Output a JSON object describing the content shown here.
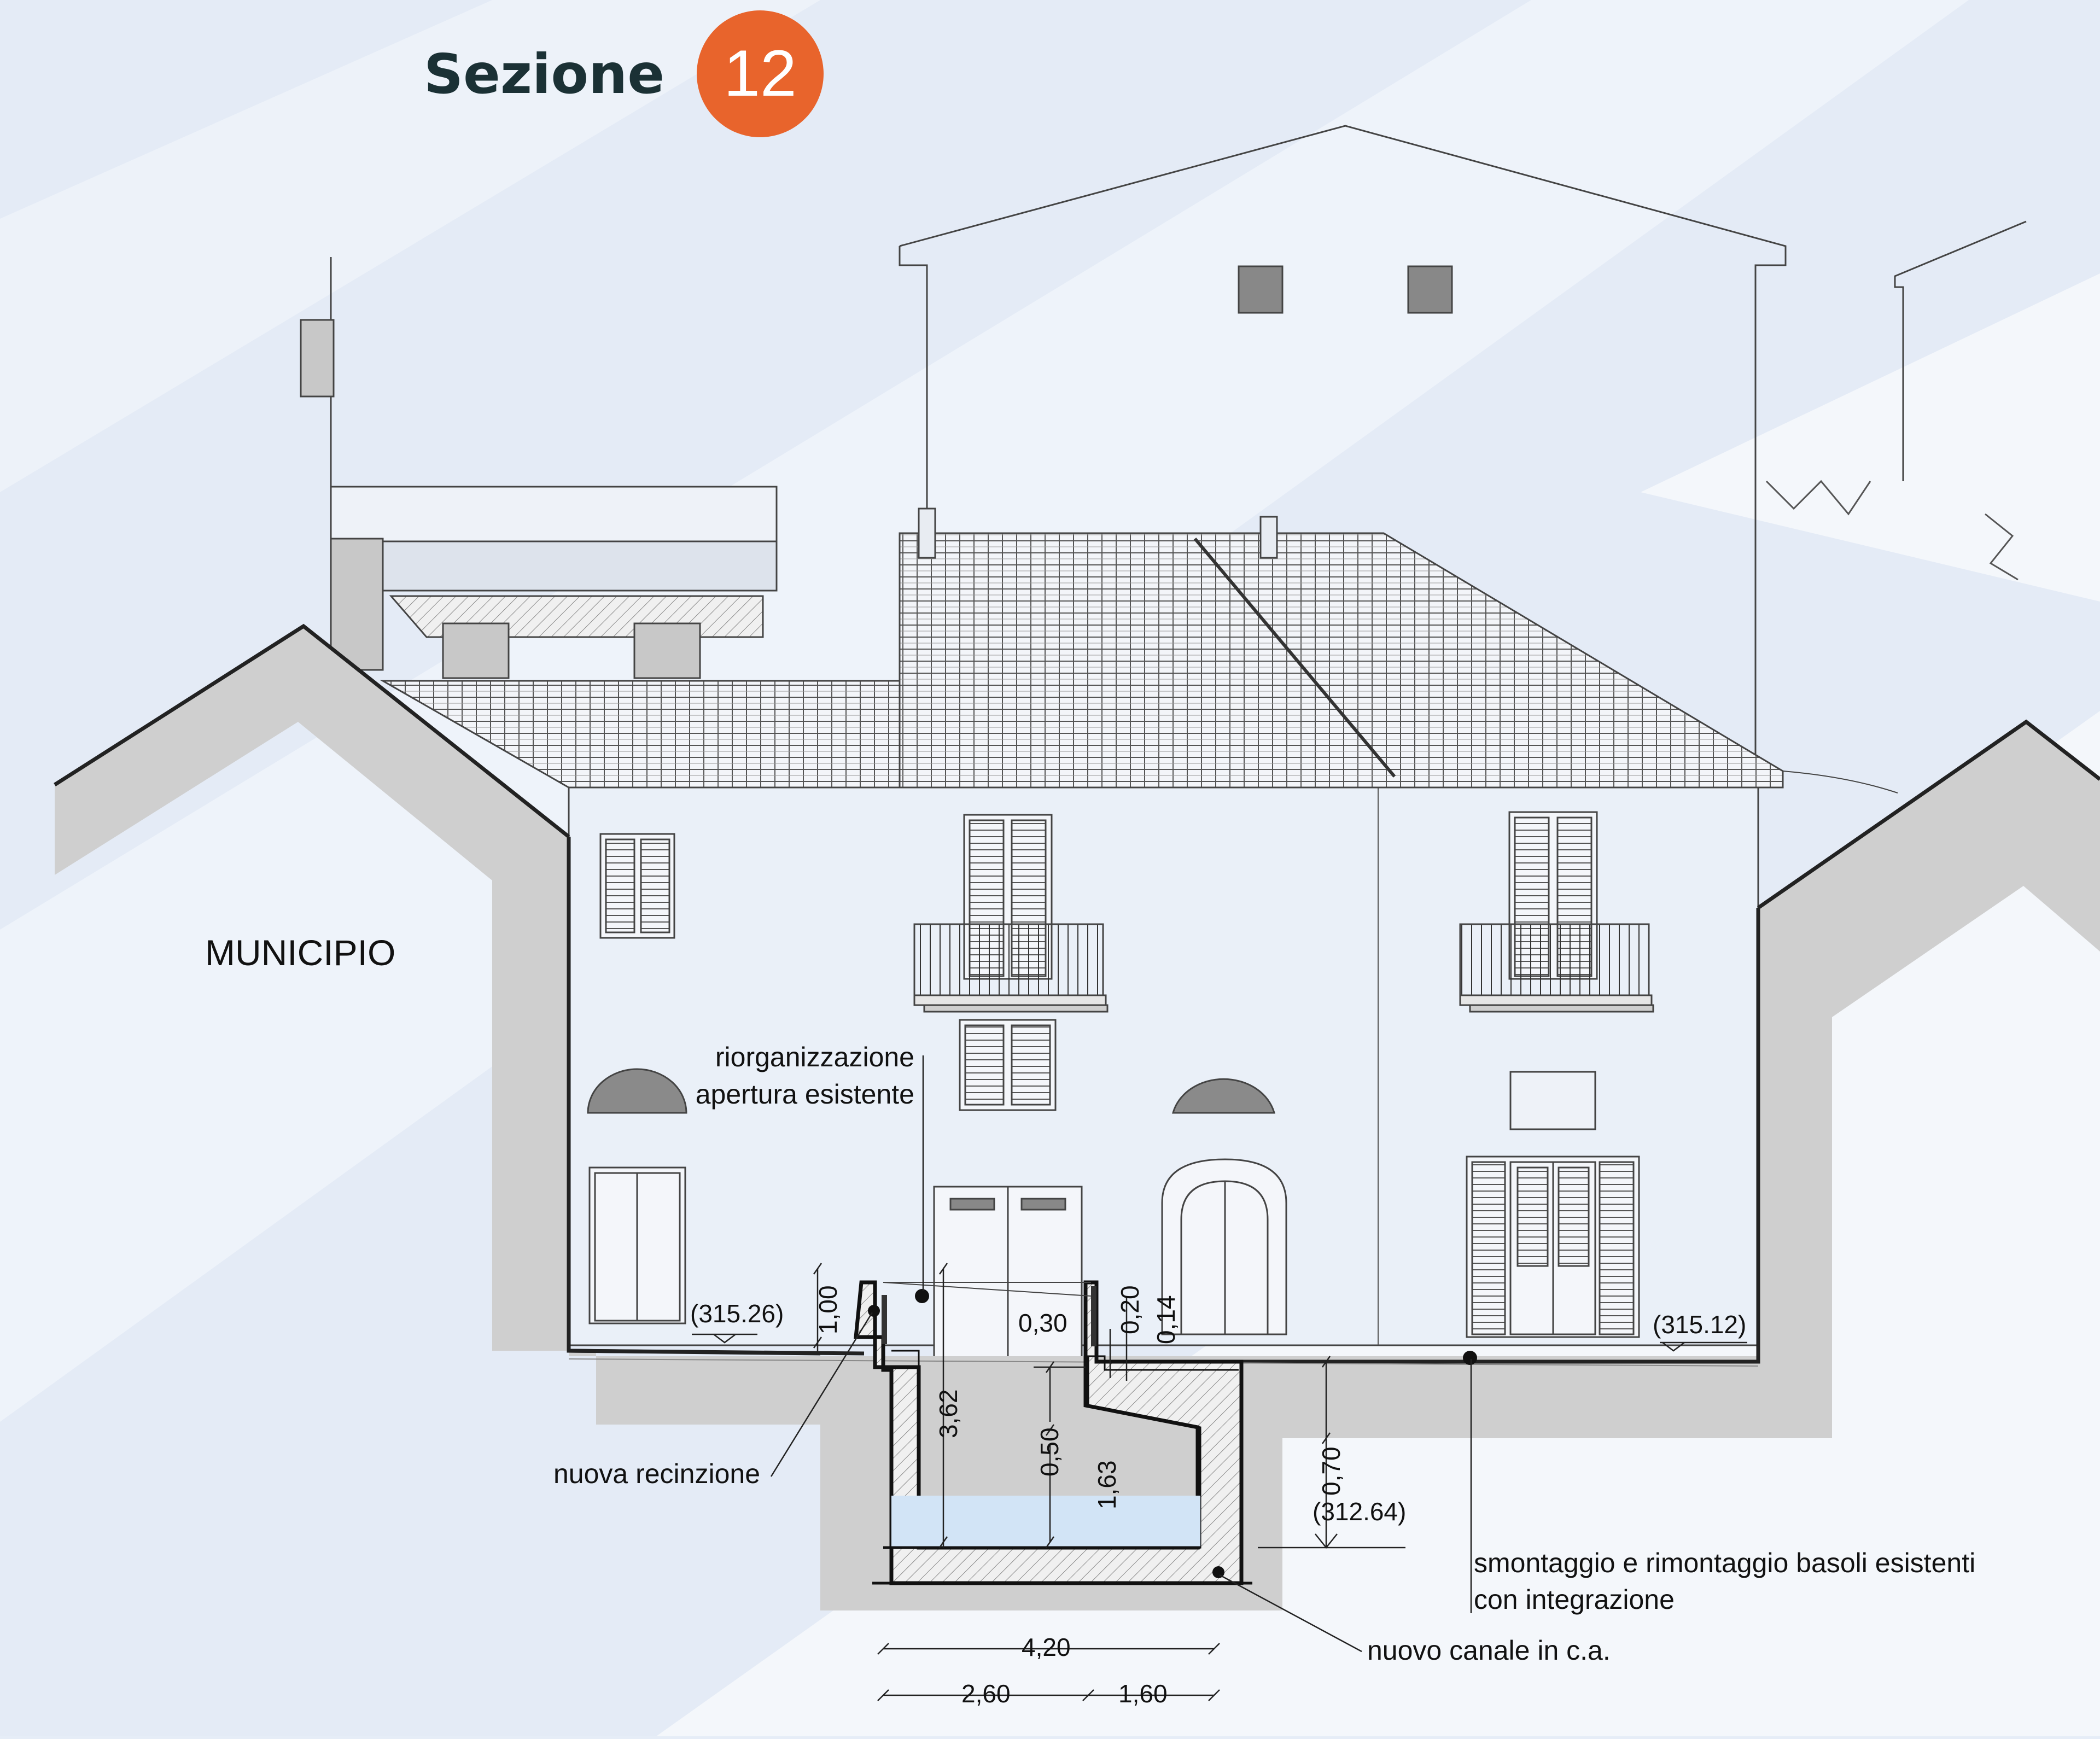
{
  "header": {
    "title": "Sezione",
    "number": "12",
    "badge_color": "#e8642c"
  },
  "buildings": {
    "left": "MUNICIPIO"
  },
  "annotations": {
    "opening_line1": "riorganizzazione",
    "opening_line2": "apertura esistente",
    "fence": "nuova recinzione",
    "paving_line1": "smontaggio e rimontaggio basoli esistenti",
    "paving_line2": "con integrazione",
    "channel": "nuovo canale in c.a."
  },
  "levels": {
    "left": "(315.26)",
    "right": "(315.12)",
    "bottom": "(312.64)"
  },
  "dimensions": {
    "fence_height": "1,00",
    "wall_thickness_top": "0,30",
    "ledge_1": "0,20",
    "ledge_2": "0,14",
    "canal_depth": "3,62",
    "step": "0,50",
    "water_depth": "1,63",
    "paving_depth": "0,70",
    "total_width": "4,20",
    "width_left": "2,60",
    "width_right": "1,60"
  },
  "colors": {
    "ground": "#cfcfcf",
    "background": "#e6edf7",
    "water": "#d2e4f6",
    "roof": "#f2f4f8"
  }
}
